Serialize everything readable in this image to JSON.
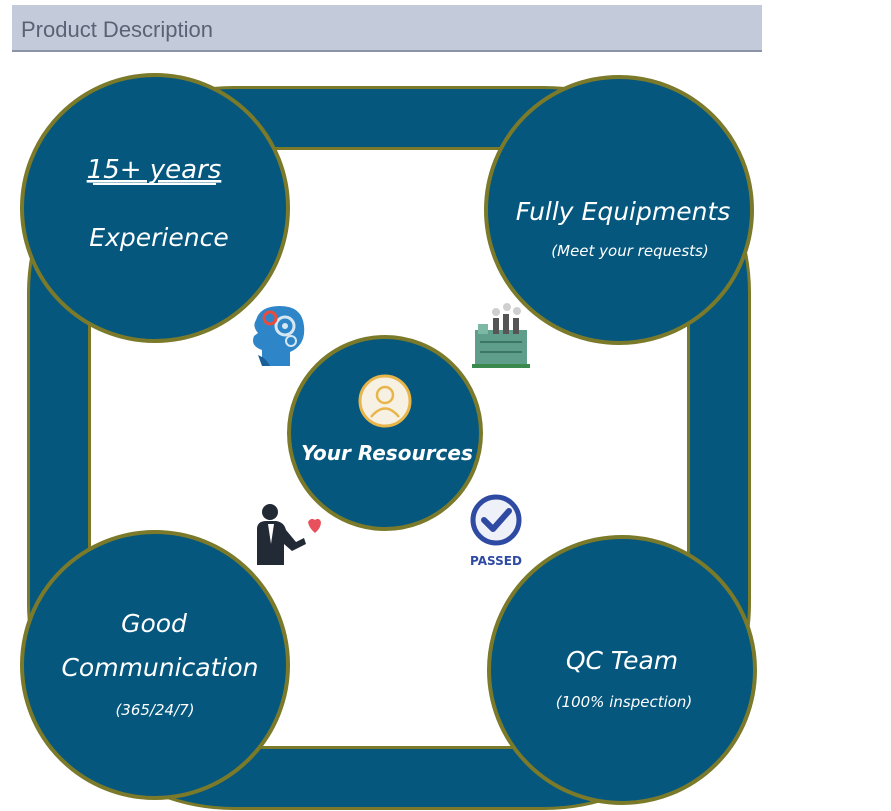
{
  "header": {
    "title": "Product Description"
  },
  "diagram": {
    "center": {
      "label": "Your Resources"
    },
    "top_left": {
      "title": "15+ years",
      "subtitle": "Experience"
    },
    "top_right": {
      "title": "Fully Equipments",
      "subtitle": "(Meet your requests)"
    },
    "bottom_left": {
      "title": "Good",
      "title2": "Communication",
      "subtitle": "(365/24/7)"
    },
    "bottom_right": {
      "title": "QC Team",
      "subtitle": "(100% inspection)"
    },
    "badge": {
      "text": "PASSED"
    }
  },
  "colors": {
    "circle": "#05577d",
    "ring": "#05577d",
    "outline": "#7a7a2a",
    "accent": "#e8b54a",
    "header_bg": "#c3cbdb"
  },
  "icons": [
    "head-gears-icon",
    "factory-icon",
    "user-icon",
    "businessman-heart-icon",
    "passed-check-icon"
  ]
}
